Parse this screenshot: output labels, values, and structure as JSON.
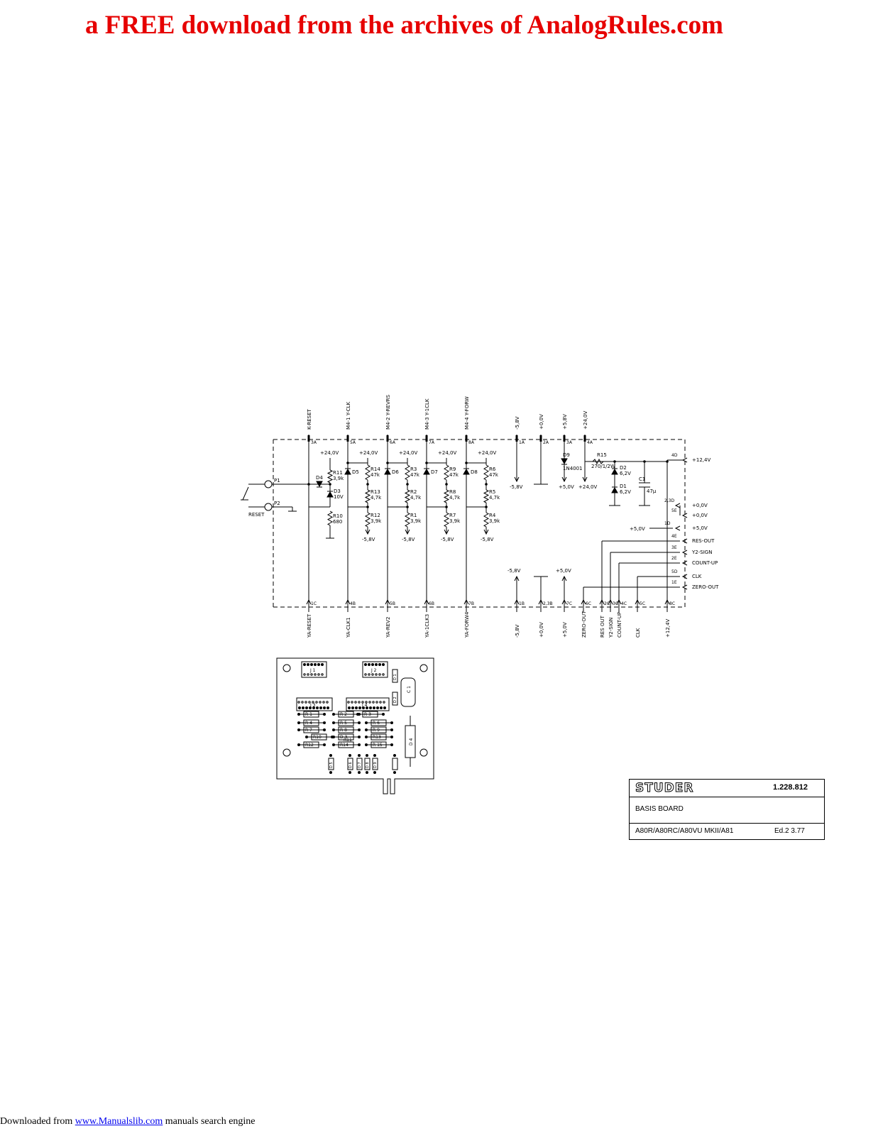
{
  "banner": {
    "text": "a FREE download from the archives of AnalogRules.com"
  },
  "footer": {
    "prefix": "Downloaded from ",
    "link": "www.Manualslib.com",
    "suffix": " manuals search engine"
  },
  "title_block": {
    "brand": "STUDER",
    "doc_number": "1.228.812",
    "board_name": "BASIS BOARD",
    "models": "A80R/A80RC/A80VU MKII/A81",
    "edition": "Ed.2   3.77"
  },
  "schematic": {
    "top_signals": [
      "K-RESET",
      "M4-1  Y-CLK",
      "M4-2  Y-REVRS",
      "M4-3  Y-1CLK",
      "M4-4  Y-FORW",
      "-5,8V",
      "+0,0V",
      "+5,8V",
      "+24,0V"
    ],
    "top_pins": [
      "3A",
      "5A",
      "6A",
      "7A",
      "8A",
      "1A",
      "2A",
      "3A",
      "4A"
    ],
    "supply_24": "+24,0V",
    "minus_58": "-5,8V",
    "plus_50": "+5,0V",
    "bottom_pins": [
      "1C",
      "4B",
      "5B",
      "6B",
      "7B",
      "1B",
      "2,3B",
      "7C",
      "6C",
      "2C",
      "3C",
      "4C",
      "5C",
      "8C"
    ],
    "bottom_signals": [
      "YA-RESET",
      "YA-CLK1",
      "YA-REV2",
      "YA-1CLK3",
      "YA-FORW4",
      "-5,8V",
      "+0,0V",
      "+5,0V",
      "ZERO-OUT",
      "RES OUT",
      "Y2-SIGN",
      "COUNT-UP",
      "CLK",
      "+12,4V"
    ],
    "right_pins": [
      "4D",
      "2,3D",
      "5E",
      "1D",
      "4E",
      "3E",
      "2E",
      "5D",
      "1E"
    ],
    "right_labels": [
      "+12,4V",
      "+0,0V",
      "+0,0V",
      "+5,0V",
      "RES-OUT",
      "Y2-SIGN",
      "COUNT-UP",
      "CLK",
      "ZERO-OUT"
    ],
    "reset_label": "RESET",
    "components": {
      "P1": "P1",
      "P2": "P2",
      "D4": "D4",
      "D3": "D3",
      "D3v": "10V",
      "R11": "R11",
      "R11v": "3,9k",
      "R10": "R10",
      "R10v": "680",
      "D5": "D5",
      "D6": "D6",
      "D7": "D7",
      "D8": "D8",
      "R14": "R14",
      "R14v": "47k",
      "R3": "R3",
      "R3v": "47k",
      "R9": "R9",
      "R9v": "47k",
      "R6": "R6",
      "R6v": "47k",
      "R13": "R13",
      "R13v": "4,7k",
      "R2": "R2",
      "R2v": "4,7k",
      "R8": "R8",
      "R8v": "4,7k",
      "R5": "R5",
      "R5v": "4,7k",
      "R12": "R12",
      "R12v": "3,9k",
      "R1": "R1",
      "R1v": "3,9k",
      "R7": "R7",
      "R7v": "3,9k",
      "R4": "R4",
      "R4v": "3,9k",
      "D9": "D9",
      "D9v": "1N4001",
      "R15": "R15",
      "R15v": "270/1/2W",
      "D2": "D2",
      "D2v": "6,2V",
      "D1": "D1",
      "D1v": "6,2V",
      "C1": "C1",
      "C1v": "47µ"
    }
  },
  "pcb": {
    "labels": [
      "J 1",
      "J 2",
      "J 3",
      "J 4",
      "D 1",
      "D 2",
      "C 1",
      "R 1",
      "R 2",
      "R 3",
      "R 4",
      "R 5",
      "R 6",
      "R 7",
      "R 8",
      "R 9",
      "R10",
      "D 3",
      "R11",
      "R12",
      "R13",
      "R14",
      "R 15",
      "D 4",
      "D 5",
      "D 6",
      "D 7",
      "D 8",
      "D 9"
    ]
  }
}
